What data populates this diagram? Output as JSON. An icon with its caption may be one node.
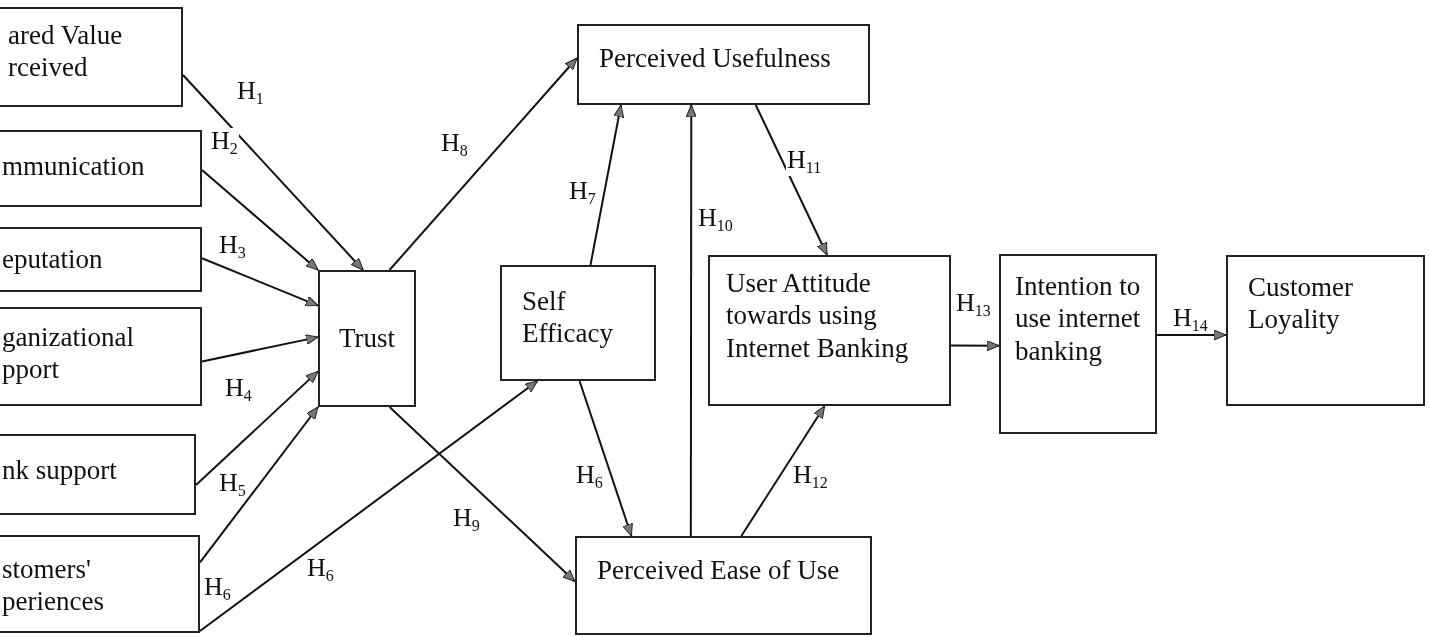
{
  "diagram": {
    "nodes": [
      {
        "text": [
          "ared Value rceived"
        ]
      },
      {
        "text": [
          "mmunication"
        ]
      },
      {
        "text": [
          "eputation"
        ]
      },
      {
        "text": [
          "ganizational pport"
        ]
      },
      {
        "text": [
          "nk support"
        ]
      },
      {
        "text": [
          "stomers' periences"
        ]
      },
      {
        "text": [
          "Trust"
        ]
      },
      {
        "text": [
          "Perceived Usefulness"
        ]
      },
      {
        "text": [
          "Self Efficacy"
        ]
      },
      {
        "text": [
          "Perceived Ease of Use"
        ]
      },
      {
        "text": [
          "User Attitude towards using Internet Banking"
        ]
      },
      {
        "text": [
          "Intention to use internet banking"
        ]
      },
      {
        "text": [
          "Customer Loyality"
        ]
      }
    ],
    "edges": [
      {
        "from": 0,
        "to": 6,
        "arrow": "to",
        "label": "H$_{1}$"
      },
      {
        "from": 1,
        "to": 6,
        "arrow": "to",
        "label": "H$_{2}$"
      },
      {
        "from": 2,
        "to": 6,
        "arrow": "to",
        "label": "H$_{3}$"
      },
      {
        "from": 3,
        "to": 6,
        "arrow": "to",
        "label": "H$_{4}$"
      },
      {
        "from": 4,
        "to": 6,
        "arrow": "to",
        "label": "H$_{5}$"
      },
      {
        "from": 5,
        "to": 6,
        "arrow": "to",
        "label": "H$_{6}$"
      },
      {
        "from": 5,
        "to": 8,
        "arrow": "to",
        "label": "H$_{6}$"
      },
      {
        "from": 6,
        "to": 7,
        "arrow": "to",
        "label": "H$_{8}$"
      },
      {
        "from": 6,
        "to": 9,
        "arrow": "to",
        "label": "H$_{9}$"
      },
      {
        "from": 8,
        "to": 7,
        "arrow": "to",
        "label": "H$_{7}$"
      },
      {
        "from": 8,
        "to": 9,
        "arrow": "to",
        "label": "H$_{6}$"
      },
      {
        "from": 9,
        "to": 7,
        "arrow": "to",
        "label": "H$_{10}$"
      },
      {
        "from": 7,
        "to": 10,
        "arrow": "to",
        "label": "H$_{11}$"
      },
      {
        "from": 9,
        "to": 10,
        "arrow": "to",
        "label": "H$_{12}$"
      },
      {
        "from": 10,
        "to": 11,
        "arrow": "to",
        "label": "H$_{13}$"
      },
      {
        "from": 11,
        "to": 12,
        "arrow": "to",
        "label": "H$_{14}$"
      }
    ]
  }
}
